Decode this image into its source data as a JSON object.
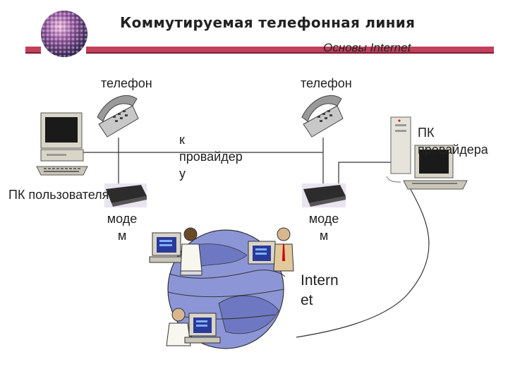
{
  "slide": {
    "title": "Коммутируемая телефонная линия",
    "subtitle": "Основы Internet"
  },
  "diagram": {
    "phone_left_label": "телефон",
    "phone_right_label": "телефон",
    "to_provider_line1": "к",
    "to_provider_line2": "провайдер",
    "to_provider_line3": "у",
    "user_pc_label": "ПК пользователя",
    "provider_pc_line1": "ПК",
    "provider_pc_line2": "провайдера",
    "modem_left_line1": "моде",
    "modem_left_line2": "м",
    "modem_right_line1": "моде",
    "modem_right_line2": "м",
    "internet_line1": "Intern",
    "internet_line2": "et"
  },
  "colors": {
    "accent_bar": "#c2405a",
    "line": "#333333",
    "globe": "#8c96d6",
    "globe_land": "#6e78c2",
    "beige": "#d9d6c8",
    "screen": "#1a1a1a"
  }
}
